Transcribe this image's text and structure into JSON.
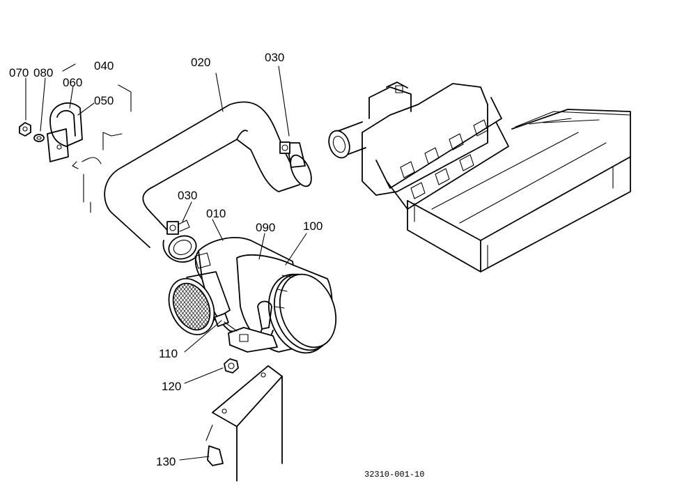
{
  "labels": {
    "p010": "010",
    "p020": "020",
    "p030a": "030",
    "p030b": "030",
    "p040": "040",
    "p050": "050",
    "p060": "060",
    "p070": "070",
    "p080": "080",
    "p090": "090",
    "p100": "100",
    "p110": "110",
    "p120": "120",
    "p130": "130"
  },
  "reference": "32310-001-10"
}
